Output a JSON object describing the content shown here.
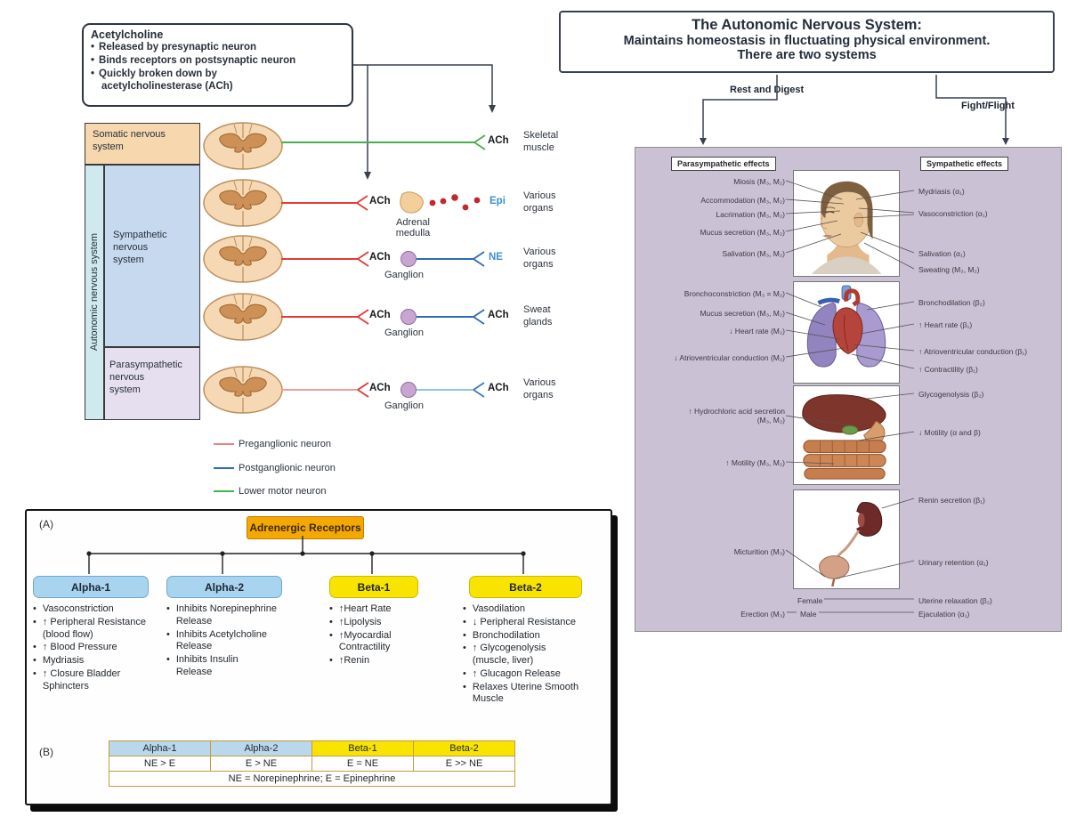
{
  "ach_box": {
    "title": "Acetylcholine",
    "bullets": [
      "Released by presynaptic neuron",
      "Binds receptors on postsynaptic neuron",
      "Quickly broken down by"
    ],
    "bullet_bold_tail": "acetylcholinesterase (ACh)"
  },
  "ns_table": {
    "somatic": "Somatic nervous\nsystem",
    "autonomic": "Autonomic nervous system",
    "sympathetic": "Sympathetic\nnervous\nsystem",
    "parasympathetic": "Parasympathetic\nnervous\nsystem"
  },
  "pathways": {
    "rows": [
      {
        "nt_pre": "ACh",
        "target": "Skeletal\nmuscle"
      },
      {
        "nt_pre": "ACh",
        "structure": "Adrenal\nmedulla",
        "nt_post": "Epi",
        "target": "Various\norgans"
      },
      {
        "nt_pre": "ACh",
        "structure": "Ganglion",
        "nt_post": "NE",
        "target": "Various\norgans"
      },
      {
        "nt_pre": "ACh",
        "structure": "Ganglion",
        "nt_post": "ACh",
        "target": "Sweat\nglands"
      },
      {
        "nt_pre": "ACh",
        "structure": "Ganglion",
        "nt_post": "ACh",
        "target": "Various\norgans"
      }
    ]
  },
  "legend": {
    "items": [
      {
        "label": "Preganglionic neuron",
        "color": "#e87f8c"
      },
      {
        "label": "Postganglionic neuron",
        "color": "#2f6cb3"
      },
      {
        "label": "Lower motor neuron",
        "color": "#45b04c"
      }
    ]
  },
  "adrenergic": {
    "panel_a_label": "(A)",
    "panel_b_label": "(B)",
    "root": "Adrenergic Receptors",
    "receptors": [
      {
        "name": "Alpha-1",
        "items": [
          "Vasoconstriction",
          "↑ Peripheral Resistance\n(blood flow)",
          "↑ Blood Pressure",
          "Mydriasis",
          "↑ Closure Bladder\nSphincters"
        ]
      },
      {
        "name": "Alpha-2",
        "items": [
          "Inhibits Norepinephrine\nRelease",
          "Inhibits Acetylcholine\nRelease",
          "Inhibits Insulin\nRelease"
        ]
      },
      {
        "name": "Beta-1",
        "items": [
          "↑Heart Rate",
          "↑Lipolysis",
          "↑Myocardial\nContractility",
          "↑Renin"
        ]
      },
      {
        "name": "Beta-2",
        "items": [
          "Vasodilation",
          "↓ Peripheral Resistance",
          "Bronchodilation",
          "↑ Glycogenolysis\n(muscle, liver)",
          "↑ Glucagon Release",
          "Relaxes Uterine Smooth\nMuscle"
        ]
      }
    ],
    "table": {
      "headers": [
        "Alpha-1",
        "Alpha-2",
        "Beta-1",
        "Beta-2"
      ],
      "values": [
        "NE > E",
        "E > NE",
        "E = NE",
        "E >> NE"
      ],
      "footnote": "NE = Norepinephrine; E = Epinephrine"
    }
  },
  "right": {
    "title_line1": "The Autonomic Nervous System:",
    "title_line2": "Maintains homeostasis in fluctuating physical environment.",
    "title_line3": "There are two systems",
    "branch_left": "Rest and Digest",
    "branch_right": "Fight/Flight",
    "para_header": "Parasympathetic effects",
    "symp_header": "Sympathetic effects",
    "para_labels": [
      "Miosis (M₃, M₂)",
      "Accommodation (M₃, M₂)",
      "Lacrimation (M₃, M₂)",
      "Mucus secretion (M₃, M₂)",
      "Salivation (M₃, M₂)",
      "Bronchoconstriction (M₃ = M₂)",
      "Mucus secretion  (M₃, M₂)",
      "↓ Heart rate (M₂)",
      "↓ Atrioventricular conduction (M₂)",
      "↑ Hydrochloric acid secretion\n(M₃, M₂)",
      "↑ Motility (M₃, M₂)",
      "Micturition (M₃)",
      "Erection (M₃)"
    ],
    "symp_labels": [
      "Mydriasis (α₁)",
      "Vasoconstriction (α₁)",
      "Salivation (α₁)",
      "Sweating  (M₃, M₂)",
      "Bronchodilation (β₂)",
      "↑ Heart rate (β₁)",
      "↑ Atrioventricular conduction (β₁)",
      "↑ Contractility (β₁)",
      "Glycogenolysis (β₂)",
      "↓ Motility (α and β)",
      "Renin secretion (β₁)",
      "Urinary retention (α₁)",
      "Uterine relaxation (β₂)",
      "Ejaculation (α₁)"
    ],
    "female": "Female",
    "male": "Male"
  },
  "colors": {
    "preganglionic": "#e23a36",
    "preganglionic_pale": "#f09a9a",
    "postganglionic": "#2f6cb3",
    "postganglionic_pale": "#93c1e6",
    "lower_motor": "#45b04c",
    "nt_text_blue": "#3f8fd0",
    "somatic_bg": "#f7d7ae",
    "autonomic_bg": "#cfe9ef",
    "sympathetic_bg": "#c6d9ee",
    "parasympathetic_bg": "#e6dff0",
    "adrenergic_root_bg": "#f5a802",
    "alpha_bg": "#a9d4f0",
    "beta_bg": "#f8e400",
    "right_panel_bg": "#cbc1d5"
  }
}
